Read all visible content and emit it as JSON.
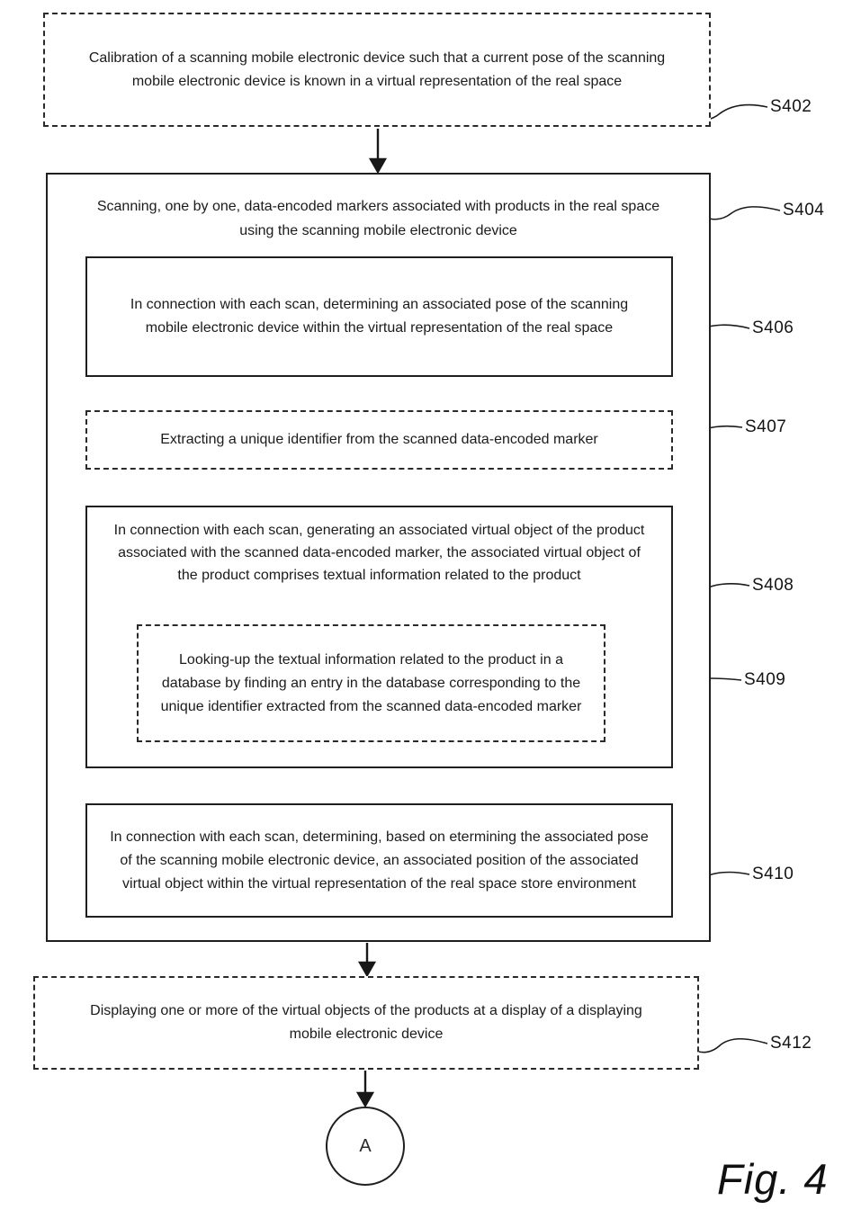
{
  "figure": {
    "caption": "Fig. 4",
    "connector": "A"
  },
  "colors": {
    "ink": "#1b1b1b",
    "background": "#ffffff"
  },
  "flowchart": {
    "s402": {
      "label": "S402",
      "border": "dashed",
      "text": "Calibration of a scanning mobile electronic device such that a current pose of the scanning mobile electronic device is known in a virtual representation of the real space"
    },
    "s404": {
      "label": "S404",
      "border": "solid",
      "text": "Scanning, one by one, data-encoded markers associated with products in the real space using the scanning mobile electronic device"
    },
    "s406": {
      "label": "S406",
      "border": "solid",
      "text": "In connection with each scan, determining an associated pose of the scanning mobile electronic device within the virtual representation of the real space"
    },
    "s407": {
      "label": "S407",
      "border": "dashed",
      "text": "Extracting a unique identifier from the scanned data-encoded marker"
    },
    "s408": {
      "label": "S408",
      "border": "solid",
      "text": "In connection with each scan, generating an associated virtual object of the product associated with the scanned data-encoded marker, the associated virtual object of the product comprises textual information related to the product"
    },
    "s409": {
      "label": "S409",
      "border": "dashed",
      "text": "Looking-up the textual information related to the product in a database by finding an entry in the database corresponding to the unique identifier extracted from the scanned data-encoded marker"
    },
    "s410": {
      "label": "S410",
      "border": "solid",
      "text": "In connection with each scan, determining, based on etermining the associated pose of the scanning mobile electronic device, an associated position of the associated virtual object within the virtual representation of the real space store environment"
    },
    "s412": {
      "label": "S412",
      "border": "dashed",
      "text": "Displaying one or more of the virtual objects of the products at a display of a displaying mobile electronic device"
    }
  }
}
